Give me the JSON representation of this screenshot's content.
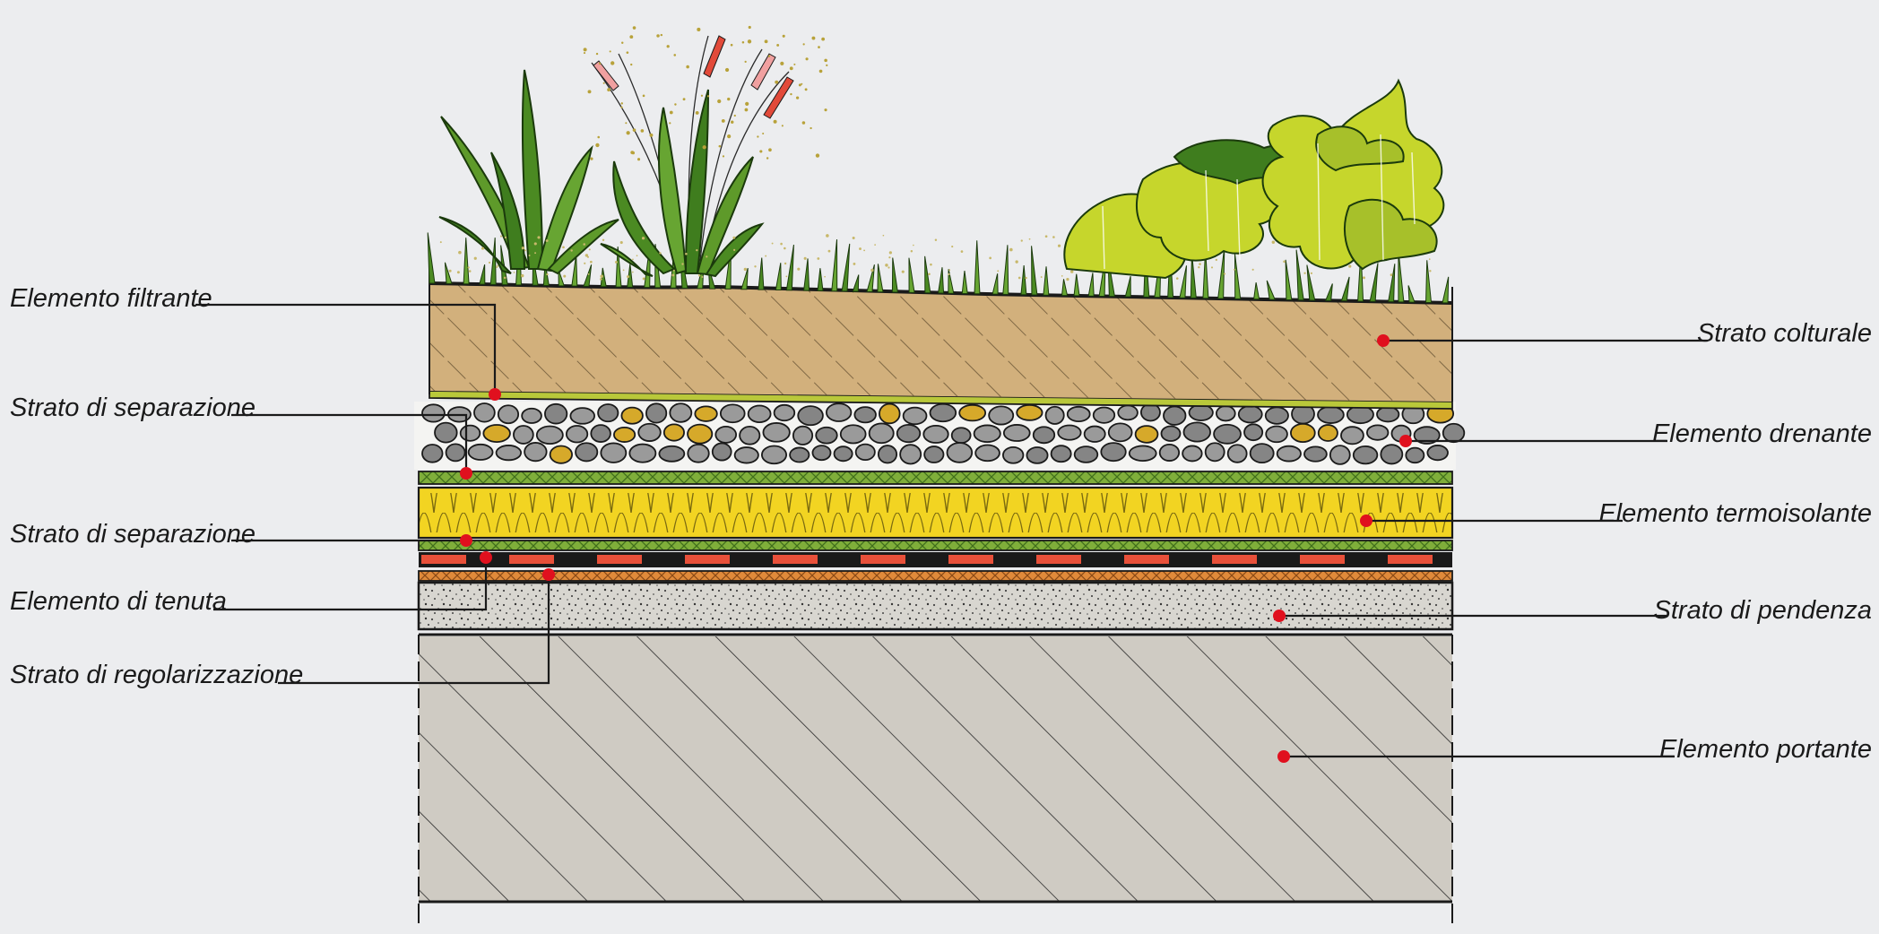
{
  "labels_left": [
    {
      "id": "filtrante",
      "text": "Elemento filtrante"
    },
    {
      "id": "separazione1",
      "text": "Strato di separazione"
    },
    {
      "id": "separazione2",
      "text": "Strato di separazione"
    },
    {
      "id": "tenuta",
      "text": "Elemento di tenuta"
    },
    {
      "id": "regolarizzazione",
      "text": "Strato di regolarizzazione"
    }
  ],
  "labels_right": [
    {
      "id": "colturale",
      "text": "Strato colturale"
    },
    {
      "id": "drenante",
      "text": "Elemento drenante"
    },
    {
      "id": "termoisolante",
      "text": "Elemento termoisolante"
    },
    {
      "id": "pendenza",
      "text": "Strato di pendenza"
    },
    {
      "id": "portante",
      "text": "Elemento portante"
    }
  ],
  "colors": {
    "background": "#ecedef",
    "leader_line": "#1a1a1a",
    "marker": "#e0101e",
    "soil": "#d2b07c",
    "gravel": "#8f8f8f",
    "insulation": "#f2d422",
    "membrane_green": "#7fae3a",
    "waterproofing_red": "#e8503a",
    "screed_orange": "#e08a3a",
    "slope_concrete": "#d8d6d0",
    "structure": "#cfcbc3",
    "plants_dark": "#3f7d1e",
    "plants_light": "#c6d62c"
  }
}
